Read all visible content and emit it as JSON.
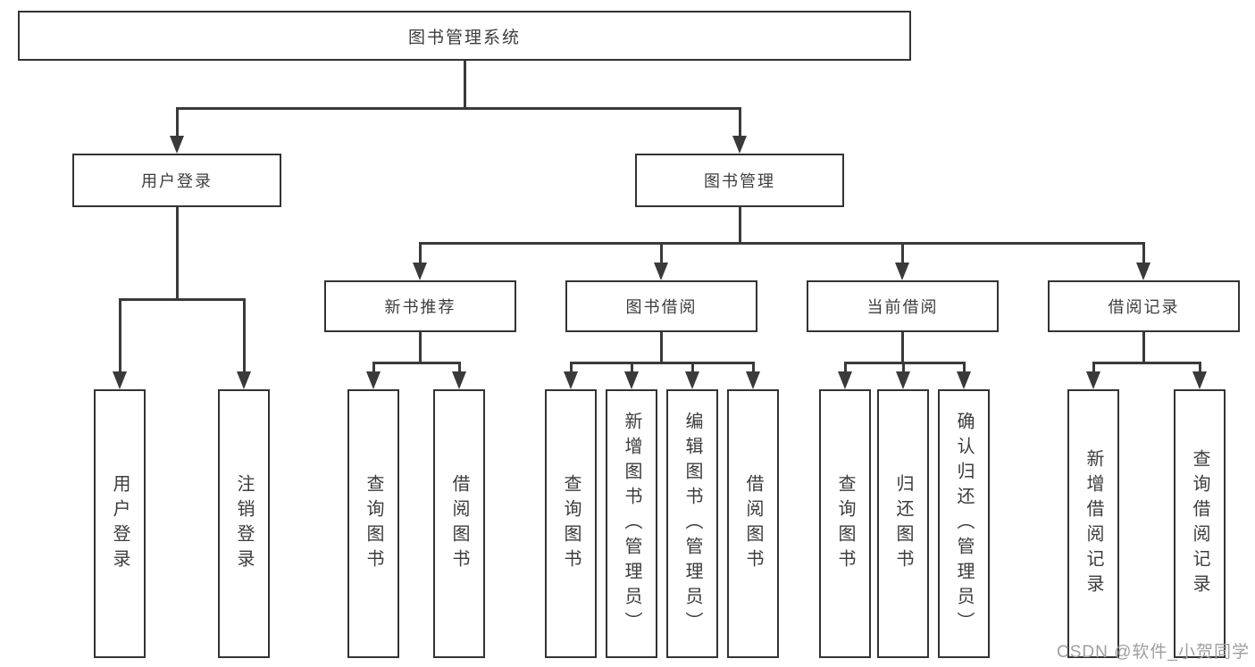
{
  "diagram": {
    "root": {
      "id": "library-management-system",
      "label": "图书管理系统"
    },
    "level2": [
      {
        "id": "user-login",
        "label": "用户登录",
        "parent": "图书管理系统"
      },
      {
        "id": "book-management",
        "label": "图书管理",
        "parent": "图书管理系统"
      }
    ],
    "level3": [
      {
        "id": "new-book-recommendation",
        "label": "新书推荐",
        "parent": "图书管理"
      },
      {
        "id": "book-borrowing",
        "label": "图书借阅",
        "parent": "图书管理"
      },
      {
        "id": "current-borrowing",
        "label": "当前借阅",
        "parent": "图书管理"
      },
      {
        "id": "borrowing-records",
        "label": "借阅记录",
        "parent": "图书管理"
      }
    ],
    "leaves": [
      {
        "id": "leaf-user-login",
        "label": "用户登录",
        "parent": "用户登录"
      },
      {
        "id": "leaf-logout",
        "label": "注销登录",
        "parent": "用户登录"
      },
      {
        "id": "leaf-query-books-recommend",
        "label": "查询图书",
        "parent": "新书推荐"
      },
      {
        "id": "leaf-borrow-books-recommend",
        "label": "借阅图书",
        "parent": "新书推荐"
      },
      {
        "id": "leaf-query-books-borrow",
        "label": "查询图书",
        "parent": "图书借阅"
      },
      {
        "id": "leaf-add-books-admin",
        "label": "新增图书（管理员）",
        "parent": "图书借阅"
      },
      {
        "id": "leaf-edit-books-admin",
        "label": "编辑图书（管理员）",
        "parent": "图书借阅"
      },
      {
        "id": "leaf-borrow-books",
        "label": "借阅图书",
        "parent": "图书借阅"
      },
      {
        "id": "leaf-query-books-current",
        "label": "查询图书",
        "parent": "当前借阅"
      },
      {
        "id": "leaf-return-books",
        "label": "归还图书",
        "parent": "当前借阅"
      },
      {
        "id": "leaf-confirm-return-admin",
        "label": "确认归还（管理员）",
        "parent": "当前借阅"
      },
      {
        "id": "leaf-add-borrow-record",
        "label": "新增借阅记录",
        "parent": "借阅记录"
      },
      {
        "id": "leaf-query-borrow-record",
        "label": "查询借阅记录",
        "parent": "借阅记录"
      }
    ],
    "watermark": "CSDN @软件_小贺同学",
    "colors": {
      "line": "#3a3a3a",
      "box_border": "#333333",
      "text": "#3c3c3c",
      "watermark": "#9e9e9e",
      "background": "#ffffff"
    }
  }
}
